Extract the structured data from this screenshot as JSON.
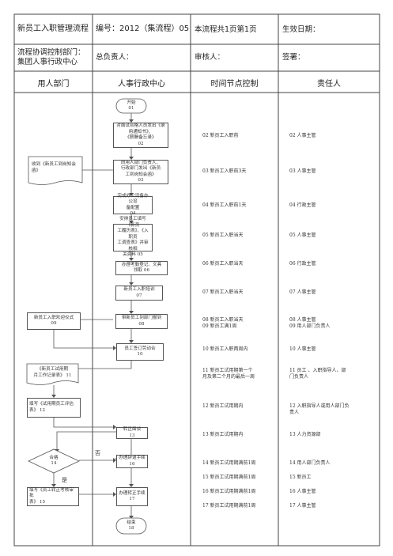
{
  "header": {
    "title": "新员工入职管理流程",
    "number": "编号：2012（集流程）05",
    "page_info": "本流程共1页第1页",
    "effective_date": "生效日期：",
    "dept": "流程协调控制部门：\n集团人事行政中心",
    "owner": "总负责人：",
    "reviewer": "审核人：",
    "signer": "签署："
  },
  "columns": [
    "用人部门",
    "人事行政中心",
    "时间节点控制",
    "责任人"
  ],
  "steps": {
    "s01": "开始\n01",
    "s02": "对面试合格人员发出《录用通知书》、\n《薪酬备忘录》\n02",
    "s03": "向用人部门负责人、\n行政部门发出《新员\n工到岗知会函》\n03",
    "s04": "完成办公设备办公设\n备配置\n04",
    "s05": "安排员工填写《新员\n工履历表》、《入职员\n工调查表》并审核相\n关资料   05",
    "s06": "办理考勤登记、文具\n领取 06",
    "s07": "新员工入职培训\n07",
    "s08": "带新员工到部门报到\n08",
    "s09": "新员工入职欢迎仪式\n09",
    "s10": "员工签订劳动合\n10",
    "s11": "《新员工试用期\n月工作记录表》 11",
    "s12": "填写《试用期员工评估\n表》 12",
    "s13": "转正面谈\n13",
    "s14": "合格\n14",
    "s15": "填写《员工转正考核审批\n表》 15",
    "s16": "办理辞退手续\n16",
    "s17": "办理转正手续\n17",
    "s18": "结束\n18",
    "recv_doc": "收到《新员工到岗知会\n函》"
  },
  "labels": {
    "no": "否",
    "yes": "是"
  },
  "timeline": [
    "02 新员工入职前",
    "03 新员工入职前3天",
    "04 新员工入职前1天",
    "05 新员工入职当天",
    "06 新员工入职当天",
    "07 新员工入职当天",
    "08 新员工入职当天\n09 新员工满1周",
    "10 新员工入职两周内",
    "11 新员工试用期第一个\n月及第二个月的最后一周",
    "12 新员工试用期内",
    "13 新员工试用期内",
    "14 新员工试用期满前1周",
    "15 新员工试用期满前1周",
    "16 新员工试用期满前1周",
    "17 新员工试用期满前1周"
  ],
  "responsible": [
    "02 人事主管",
    "03 人事主管",
    "04 行政主管",
    "05 人事主管",
    "06 行政主管",
    "07 人事主管",
    "08 人事主管\n09 用人部门负责人",
    "10 人事主管",
    "11 员工 、入职指导人、部\n门负责人",
    "12 入职指导人或用人部门负\n责人",
    "13 人力资源部",
    "14 用人部门负责人",
    "15 新员工",
    "16 人事主管",
    "17 人事主管"
  ]
}
